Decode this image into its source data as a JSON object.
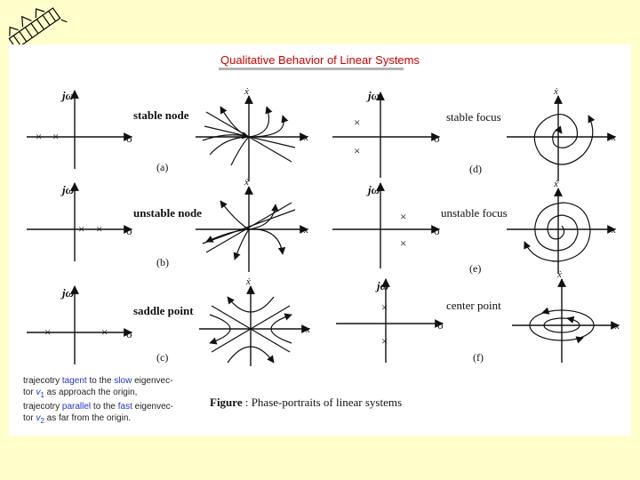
{
  "slide": {
    "title": "Qualitative Behavior of Linear Systems",
    "accent_color": "#cc0000",
    "highlight_color": "#2233cc",
    "logo_icon": "institution-seal-icon"
  },
  "axis_labels": {
    "imag": "jω",
    "real": "σ",
    "state_x": "x",
    "state_xdot": "ẋ"
  },
  "panels": [
    {
      "id": "a",
      "name": "stable node",
      "tag": "(a)"
    },
    {
      "id": "b",
      "name": "unstable node",
      "tag": "(b)"
    },
    {
      "id": "c",
      "name": "saddle point",
      "tag": "(c)"
    },
    {
      "id": "d",
      "name": "stable focus",
      "tag": "(d)"
    },
    {
      "id": "e",
      "name": "unstable focus",
      "tag": "(e)"
    },
    {
      "id": "f",
      "name": "center  point",
      "tag": "(f)"
    }
  ],
  "note": {
    "l1": "trajecotry ",
    "l1b": "tagent",
    "l1c": " to the ",
    "l1d": "slow",
    "l1e": " eigenvec-",
    "l2": "tor ",
    "l2b": "v",
    "l2sub": "1",
    "l2c": " as approach the origin,",
    "l3": "trajecotry ",
    "l3b": "parallel",
    "l3c": " to the ",
    "l3d": "fast",
    "l3e": " eigenvec-",
    "l4": "tor ",
    "l4b": "v",
    "l4sub": "2",
    "l4c": " as far from the origin."
  },
  "caption": {
    "label": "Figure",
    "text": " : Phase-portraits of linear systems"
  }
}
